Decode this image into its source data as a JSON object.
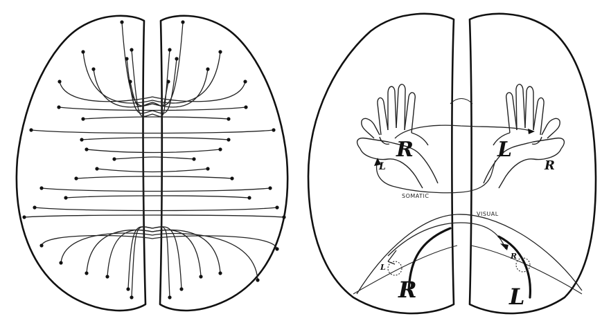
{
  "right_figure": {
    "labels": {
      "hand_left_big": "R",
      "hand_right_big": "L",
      "hand_left_small": "L",
      "hand_right_small": "R",
      "somatic": "SOMATIC",
      "visual": "VISUAL",
      "field_left_small": "L",
      "field_right_small": "R",
      "hemi_left_big": "R",
      "hemi_right_big": "L"
    }
  }
}
